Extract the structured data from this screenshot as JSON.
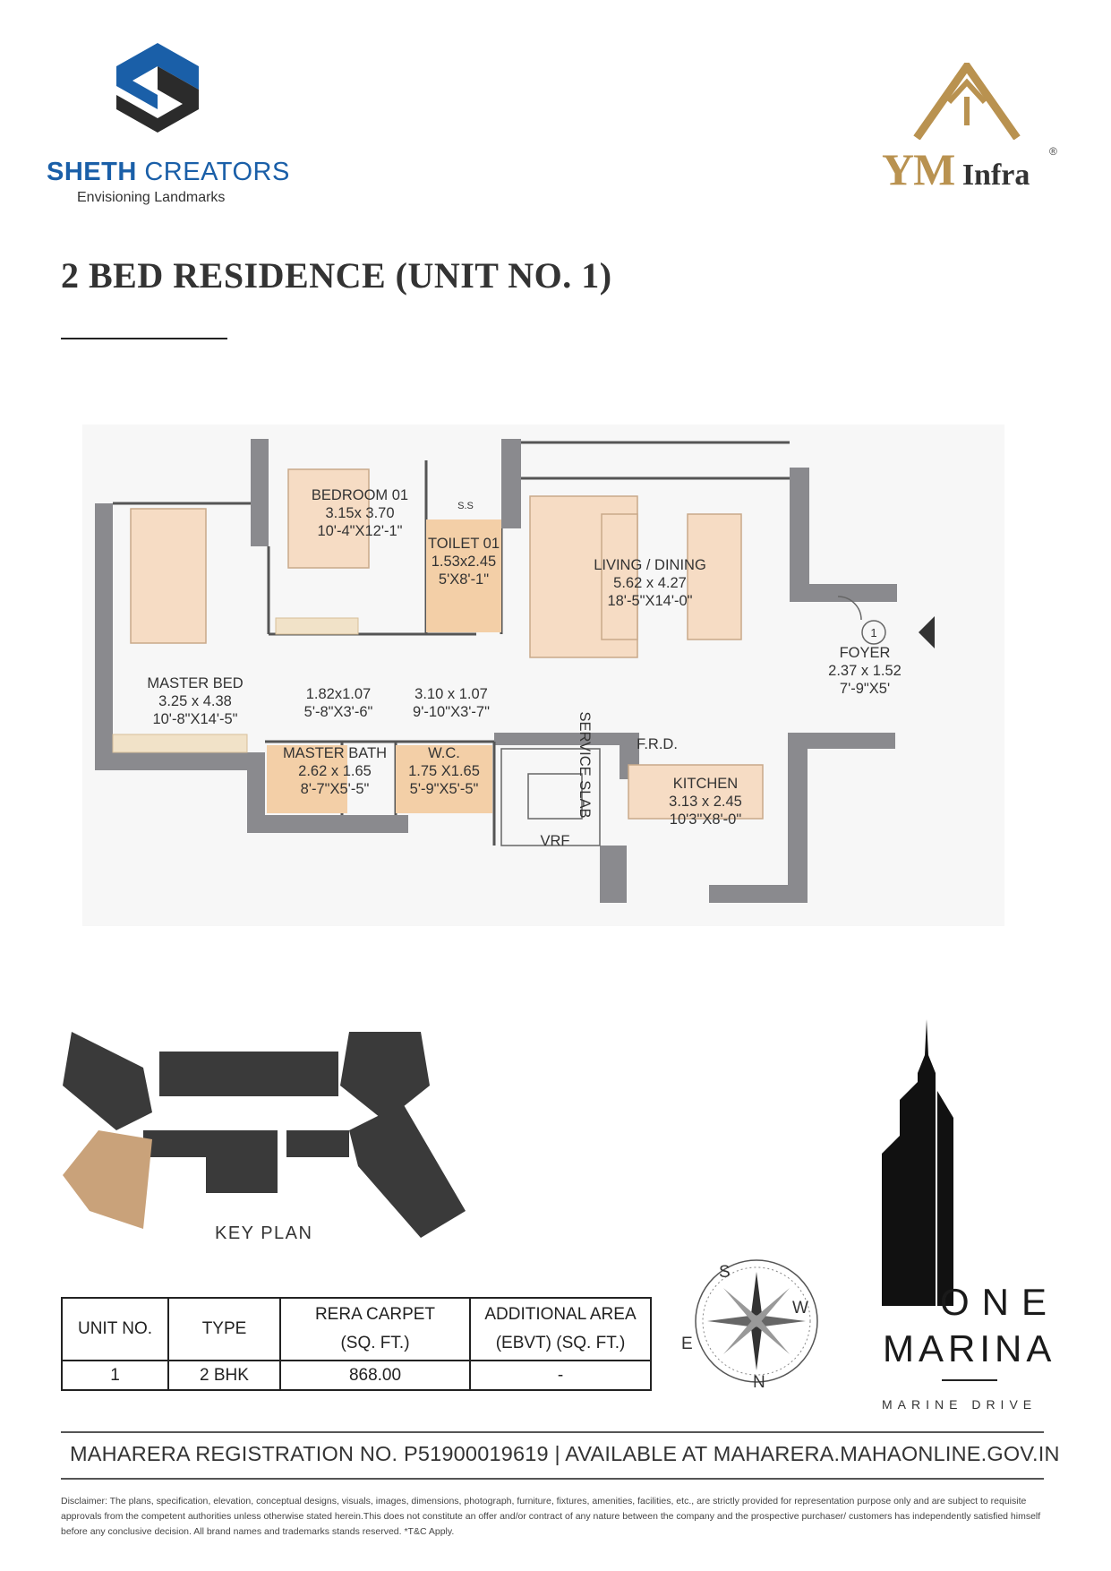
{
  "header": {
    "left_logo": {
      "brand_bold": "SHETH",
      "brand_light": " CREATORS",
      "tagline": "Envisioning Landmarks"
    },
    "right_logo": {
      "ym": "YM",
      "infra": " Infra",
      "registered_mark": "®"
    }
  },
  "title": "2 BED RESIDENCE (UNIT NO. 1)",
  "plan": {
    "rooms": [
      {
        "name": "BEDROOM 01",
        "metric": "3.15x 3.70",
        "imperial": "10'-4\"X12'-1\""
      },
      {
        "name": "TOILET 01",
        "metric": "1.53x2.45",
        "imperial": "5'X8'-1\""
      },
      {
        "name": "LIVING / DINING",
        "metric": "5.62 x 4.27",
        "imperial": "18'-5\"X14'-0\""
      },
      {
        "name": "FOYER",
        "metric": "2.37 x 1.52",
        "imperial": "7'-9\"X5'"
      },
      {
        "name": "MASTER BED",
        "metric": "3.25 x 4.38",
        "imperial": "10'-8\"X14'-5\""
      },
      {
        "name": "",
        "metric": "1.82x1.07",
        "imperial": "5'-8\"X3'-6\""
      },
      {
        "name": "",
        "metric": "3.10 x 1.07",
        "imperial": "9'-10\"X3'-7\""
      },
      {
        "name": "MASTER BATH",
        "metric": "2.62 x 1.65",
        "imperial": "8'-7\"X5'-5\""
      },
      {
        "name": "W.C.",
        "metric": "1.75 X1.65",
        "imperial": "5'-9\"X5'-5\""
      },
      {
        "name": "KITCHEN",
        "metric": "3.13 x 2.45",
        "imperial": "10'3\"X8'-0\""
      }
    ],
    "labels": {
      "ss": "S.S",
      "frd": "F.R.D.",
      "vrf": "VRF",
      "service_slab": "SERVICE SLAB",
      "unit_marker": "1"
    }
  },
  "key_plan_label": "KEY PLAN",
  "table": {
    "headers": [
      "UNIT NO.",
      "TYPE",
      "RERA CARPET",
      "(SQ. FT.)",
      "ADDITIONAL AREA",
      "(EBVT) (SQ. FT.)"
    ],
    "row": [
      "1",
      "2 BHK",
      "868.00",
      "-"
    ]
  },
  "compass": {
    "s": "S",
    "w": "W",
    "e": "E",
    "n": "N"
  },
  "project": {
    "one": "ONE",
    "marina": "MARINA",
    "location": "MARINE DRIVE"
  },
  "registration": "MAHARERA REGISTRATION NO. P51900019619 | AVAILABLE AT MAHARERA.MAHAONLINE.GOV.IN",
  "disclaimer": "Disclaimer: The plans, specification, elevation, conceptual designs, visuals, images, dimensions, photograph, furniture, fixtures, amenities, facilities, etc., are strictly provided for representation purpose only and are subject to requisite approvals from the competent authorities unless otherwise stated herein.This does not constitute an offer and/or contract of any nature between the company and the prospective purchaser/ customers has independently satisfied himself before any conclusive decision. All brand names and trademarks stands reserved. *T&C Apply.",
  "colors": {
    "sheth_blue": "#1a5fa8",
    "ym_gold": "#b99250",
    "wall": "#8a8a8e",
    "wet_area": "#f3cfa7",
    "furniture": "#f6dcc4"
  }
}
